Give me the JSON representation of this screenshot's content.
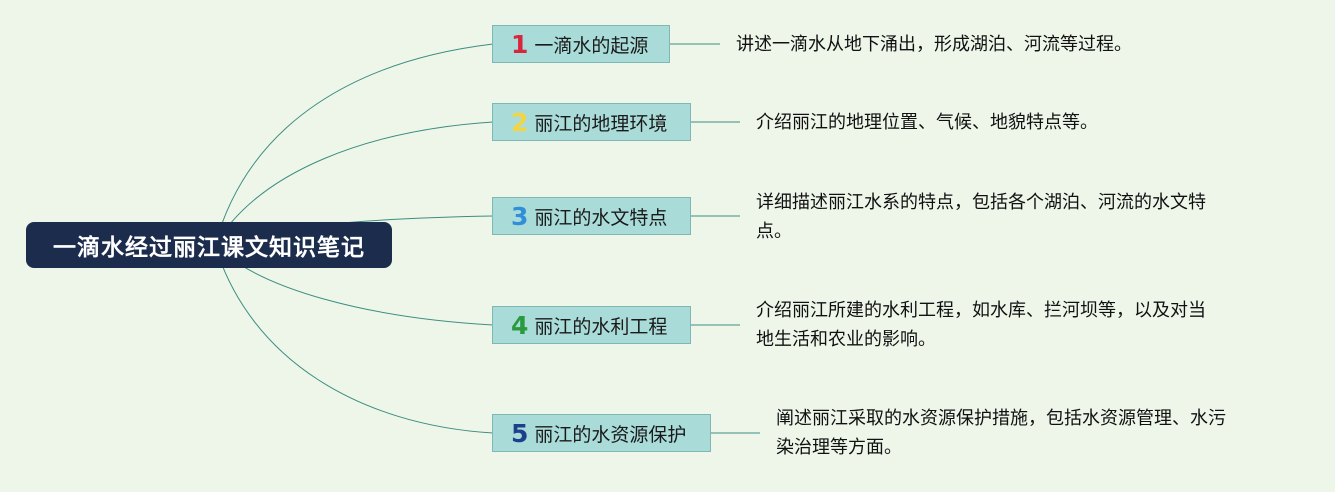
{
  "root": {
    "label": "一滴水经过丽江课文知识笔记"
  },
  "colors": {
    "background": "#eef6ea",
    "root_fill": "#1c2c4c",
    "branch_fill": "#a9dbd9",
    "connector": "#3d8d80"
  },
  "branches": [
    {
      "number": "1",
      "number_color": "#d7263d",
      "label": "一滴水的起源",
      "description": [
        "讲述一滴水从地下涌出，形成湖泊、河流等过程。"
      ]
    },
    {
      "number": "2",
      "number_color": "#f5d442",
      "label": "丽江的地理环境",
      "description": [
        "介绍丽江的地理位置、气候、地貌特点等。"
      ]
    },
    {
      "number": "3",
      "number_color": "#2f8fd8",
      "label": "丽江的水文特点",
      "description": [
        "详细描述丽江水系的特点，包括各个湖泊、河流的水文特",
        "点。"
      ]
    },
    {
      "number": "4",
      "number_color": "#2a9a3e",
      "label": "丽江的水利工程",
      "description": [
        "介绍丽江所建的水利工程，如水库、拦河坝等，以及对当",
        "地生活和农业的影响。"
      ]
    },
    {
      "number": "5",
      "number_color": "#1f3f8c",
      "label": "丽江的水资源保护",
      "description": [
        "阐述丽江采取的水资源保护措施，包括水资源管理、水污",
        "染治理等方面。"
      ]
    }
  ]
}
